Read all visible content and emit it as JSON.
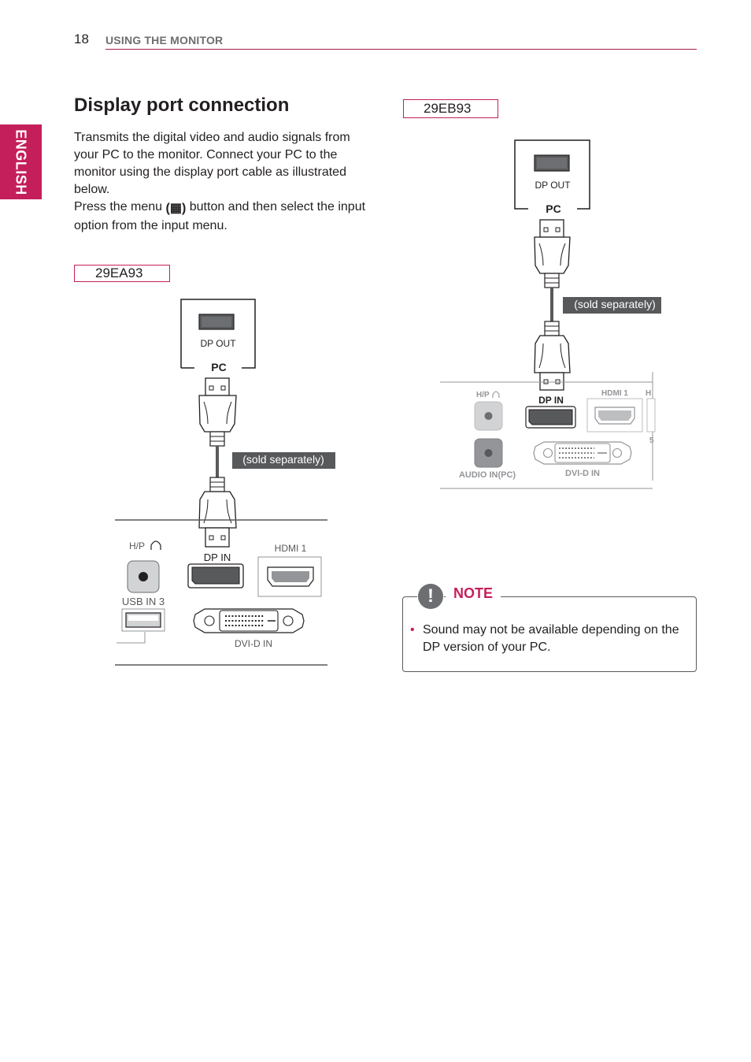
{
  "header": {
    "page_number": "18",
    "section": "USING THE MONITOR"
  },
  "side_tab": {
    "language": "ENGLISH"
  },
  "title": "Display port connection",
  "body": {
    "paragraph1": "Transmits the digital video and audio signals from your PC to the monitor. Connect your PC to the monitor using the display port cable as illustrated below.",
    "paragraph2_before": "Press the menu",
    "paragraph2_icon": "(▦)",
    "paragraph2_after": "button and then select the input option from the input menu."
  },
  "diagram_29ea93": {
    "model": "29EA93",
    "dp_out": "DP OUT",
    "pc": "PC",
    "cable_note": "(sold separately)",
    "hp": "H/P",
    "dp_in": "DP IN",
    "hdmi1": "HDMI 1",
    "usb_in3": "USB IN 3",
    "dvi_d_in": "DVI-D IN"
  },
  "diagram_29eb93": {
    "model": "29EB93",
    "dp_out": "DP OUT",
    "pc": "PC",
    "cable_note": "(sold separately)",
    "hp": "H/P",
    "dp_in": "DP IN",
    "hdmi1": "HDMI 1",
    "hdmi_cut": "H",
    "cut_digit": "5",
    "audio_in": "AUDIO IN(PC)",
    "dvi_d_in": "DVI-D IN"
  },
  "note": {
    "label": "NOTE",
    "bullet": "•",
    "text": "Sound may not be available depending on the DP version of your PC."
  },
  "colors": {
    "accent": "#c41f5b",
    "text": "#231f20",
    "gray": "#6d6e71"
  }
}
